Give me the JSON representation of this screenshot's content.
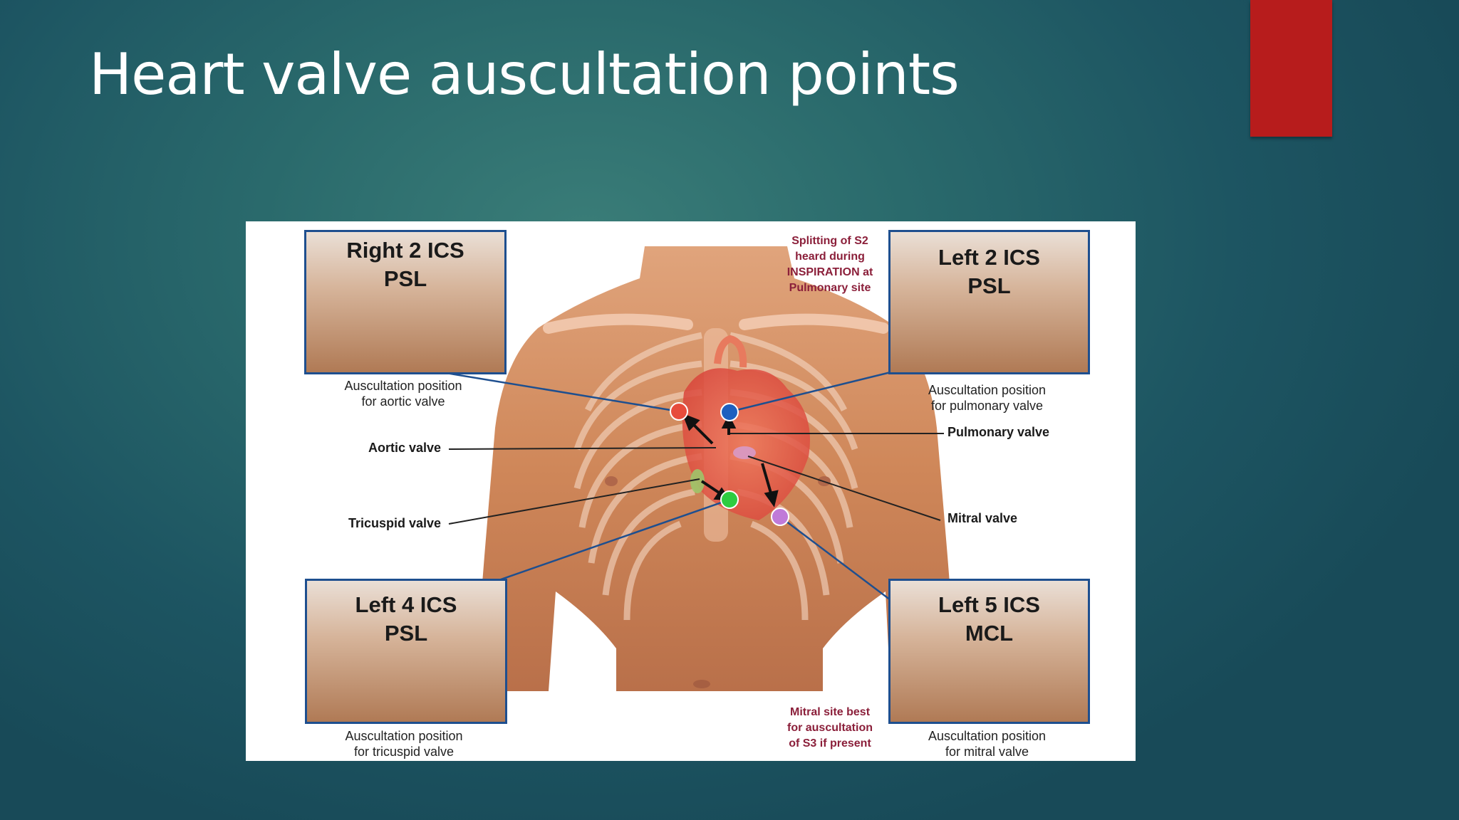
{
  "slide": {
    "title": "Heart valve auscultation points"
  },
  "colors": {
    "accent_red": "#b71c1c",
    "panel_border": "#1e4f8f",
    "note_text": "#8b1f3a",
    "aortic_dot": "#e74c3c",
    "pulmonary_dot": "#1e5fbf",
    "tricuspid_dot": "#2ecc40",
    "mitral_dot": "#c07ad8"
  },
  "panels": {
    "aortic": {
      "title_line1": "Right 2 ICS",
      "title_line2": "PSL",
      "caption": "Auscultation position\nfor aortic valve"
    },
    "pulmonary": {
      "title_line1": "Left 2 ICS",
      "title_line2": "PSL",
      "caption": "Auscultation position\nfor pulmonary valve"
    },
    "tricuspid": {
      "title_line1": "Left 4 ICS",
      "title_line2": "PSL",
      "caption": "Auscultation position\nfor tricuspid valve"
    },
    "mitral": {
      "title_line1": "Left 5 ICS",
      "title_line2": "MCL",
      "caption": "Auscultation position\nfor mitral valve"
    }
  },
  "labels": {
    "aortic_valve": "Aortic valve",
    "tricuspid_valve": "Tricuspid valve",
    "pulmonary_valve": "Pulmonary valve",
    "mitral_valve": "Mitral valve"
  },
  "notes": {
    "splitting": "Splitting of S2\nheard during\nINSPIRATION at\nPulmonary site",
    "mitral_s3": "Mitral site best\nfor auscultation\nof S3 if present"
  }
}
